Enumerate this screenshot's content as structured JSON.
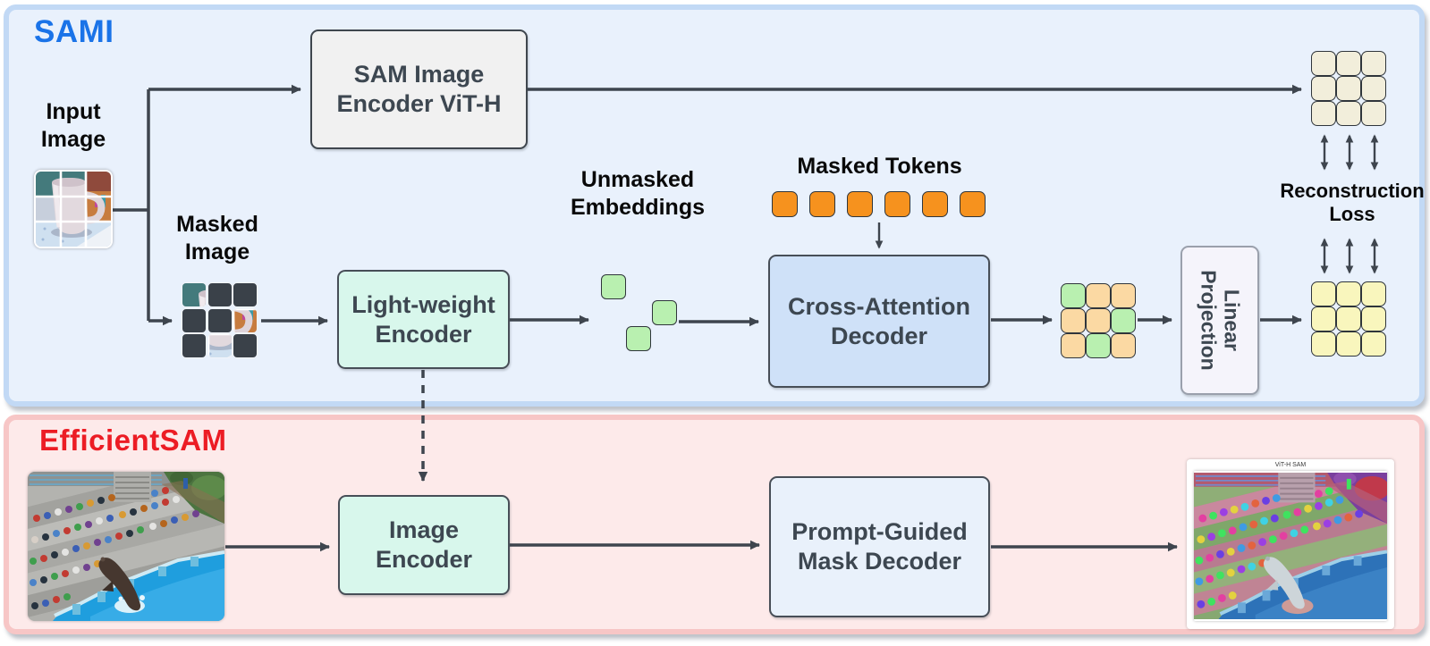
{
  "figure": {
    "sami": {
      "title": "SAMI",
      "title_color": "#1a73e8"
    },
    "efficientsam": {
      "title": "EfficientSAM",
      "title_color": "#ec1c24"
    }
  },
  "labels": {
    "input_image": [
      "Input",
      "Image"
    ],
    "masked_image": [
      "Masked",
      "Image"
    ],
    "unmasked_embeddings": [
      "Unmasked",
      "Embeddings"
    ],
    "masked_tokens": "Masked Tokens",
    "reconstruction_loss": [
      "Reconstruction",
      "Loss"
    ],
    "output_caption": "ViT-H SAM"
  },
  "boxes": {
    "sam_image_encoder": [
      "SAM Image",
      "Encoder ViT-H"
    ],
    "lightweight_encoder": [
      "Light-weight",
      "Encoder"
    ],
    "cross_attention_decoder": [
      "Cross-Attention",
      "Decoder"
    ],
    "linear_projection": [
      "Linear",
      "Projection"
    ],
    "image_encoder": [
      "Image",
      "Encoder"
    ],
    "prompt_guided_mask_decoder": [
      "Prompt-Guided",
      "Mask Decoder"
    ]
  },
  "tokens": {
    "masked_tokens": {
      "count": 6,
      "color": "#f6921e"
    },
    "unmasked_embeddings": {
      "count": 3,
      "color": "#b9f0b0"
    }
  },
  "grids": {
    "decoder_output": {
      "rows": [
        [
          "unmasked",
          "masked",
          "masked"
        ],
        [
          "masked",
          "masked",
          "unmasked"
        ],
        [
          "masked",
          "unmasked",
          "masked"
        ]
      ],
      "unmasked_color": "#b9f0b0",
      "masked_color": "#fbd9a3"
    },
    "sam_target": {
      "rows": 3,
      "cols": 3,
      "color": "#f2eedb"
    },
    "reconstructed": {
      "rows": 3,
      "cols": 3,
      "color": "#f9f6bd"
    },
    "masked_image": {
      "rows": [
        [
          "visible",
          "masked",
          "masked"
        ],
        [
          "masked",
          "masked",
          "visible"
        ],
        [
          "masked",
          "visible",
          "masked"
        ]
      ],
      "masked_color": "#3a4149"
    }
  },
  "style": {
    "arrow_color": "#3e454e"
  }
}
